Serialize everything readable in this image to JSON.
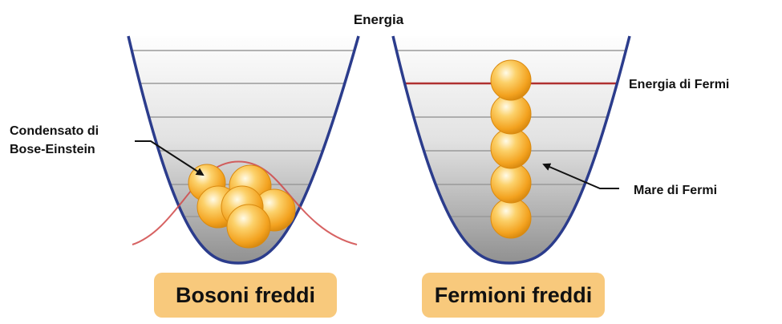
{
  "labels": {
    "energia": "Energia",
    "condensato_line1": "Condensato di",
    "condensato_line2": "Bose-Einstein",
    "energia_fermi": "Energia di Fermi",
    "mare_fermi": "Mare di Fermi"
  },
  "captions": {
    "bosoni": "Bosoni freddi",
    "fermioni": "Fermioni freddi"
  },
  "colors": {
    "well_outline": "#2b3c8c",
    "fermi_level": "#b03030",
    "bec_curve": "#d04848",
    "ball": "#f5a623",
    "caption_bg": "#f8c97c"
  }
}
